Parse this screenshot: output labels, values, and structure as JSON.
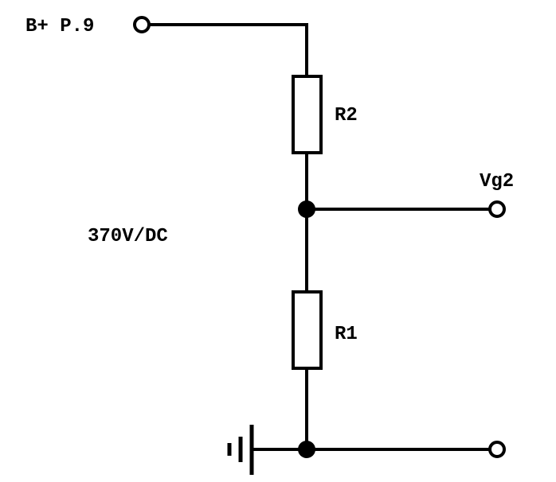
{
  "labels": {
    "supply": "B+ P.9",
    "resistor_top": "R2",
    "tap_output": "Vg2",
    "voltage": "370V/DC",
    "resistor_bottom": "R1"
  },
  "icons": {
    "terminal": "open-circle-terminal",
    "junction": "filled-dot-junction",
    "ground": "ground-symbol"
  },
  "colors": {
    "ink": "#000000",
    "background": "#ffffff"
  }
}
